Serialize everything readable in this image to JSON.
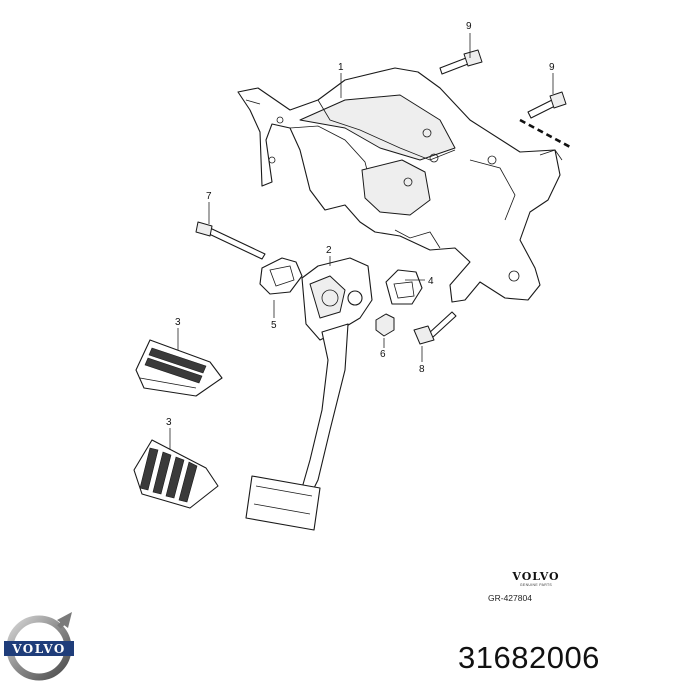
{
  "callouts": [
    {
      "id": "c9a",
      "label": "9"
    },
    {
      "id": "c1",
      "label": "1"
    },
    {
      "id": "c9b",
      "label": "9"
    },
    {
      "id": "c7",
      "label": "7"
    },
    {
      "id": "c2",
      "label": "2"
    },
    {
      "id": "c4",
      "label": "4"
    },
    {
      "id": "c5",
      "label": "5"
    },
    {
      "id": "c6",
      "label": "6"
    },
    {
      "id": "c8",
      "label": "8"
    },
    {
      "id": "c3a",
      "label": "3"
    },
    {
      "id": "c3b",
      "label": "3"
    }
  ],
  "brand_block": {
    "wordmark": "VOLVO",
    "subtitle": "GENUINE PARTS",
    "diagram_ref": "GR-427804"
  },
  "logo": {
    "wordmark": "VOLVO",
    "icon": "volvo-iron-mark-icon",
    "color": "#1f3d7a"
  },
  "part_number": "31682006"
}
